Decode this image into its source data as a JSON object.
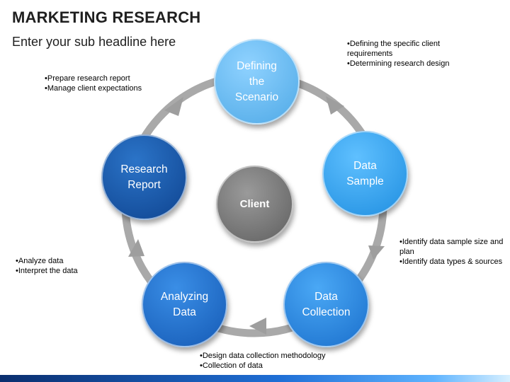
{
  "header": {
    "title": "MARKETING RESEARCH",
    "subtitle": "Enter your sub headline here"
  },
  "center": {
    "label": "Client",
    "color": "#6e6e6e"
  },
  "steps": [
    {
      "label": "Defining\nthe\nScenario",
      "color": "#5fb8ee",
      "notes": [
        "Defining the specific client requirements",
        "Determining research design"
      ]
    },
    {
      "label": "Data\nSample",
      "color": "#2a9be8",
      "notes": [
        "Identify data sample size and plan",
        "Identify data types & sources"
      ]
    },
    {
      "label": "Data\nCollection",
      "color": "#1f7fd8",
      "notes": [
        "Design data collection methodology",
        "Collection of data"
      ]
    },
    {
      "label": "Analyzing\nData",
      "color": "#1a65c4",
      "notes": [
        "Analyze data",
        "Interpret the data"
      ]
    },
    {
      "label": "Research\nReport",
      "color": "#124f9e",
      "notes": [
        "Prepare research report",
        "Manage client expectations"
      ]
    }
  ],
  "colors": {
    "ring": "#a9a9a9",
    "footer_start": "#0a2e6e",
    "footer_end": "#d8f0ff"
  }
}
